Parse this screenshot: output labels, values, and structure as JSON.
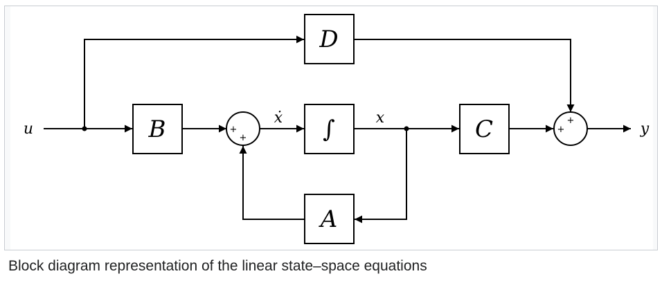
{
  "diagram": {
    "blocks": {
      "D": "D",
      "B": "B",
      "integrator": "∫",
      "C": "C",
      "A": "A"
    },
    "signals": {
      "input": "u",
      "state_derivative": "ẋ",
      "state": "x",
      "output": "y"
    },
    "summing_junction_signs": "+"
  },
  "caption": "Block diagram representation of the linear state–space equations"
}
